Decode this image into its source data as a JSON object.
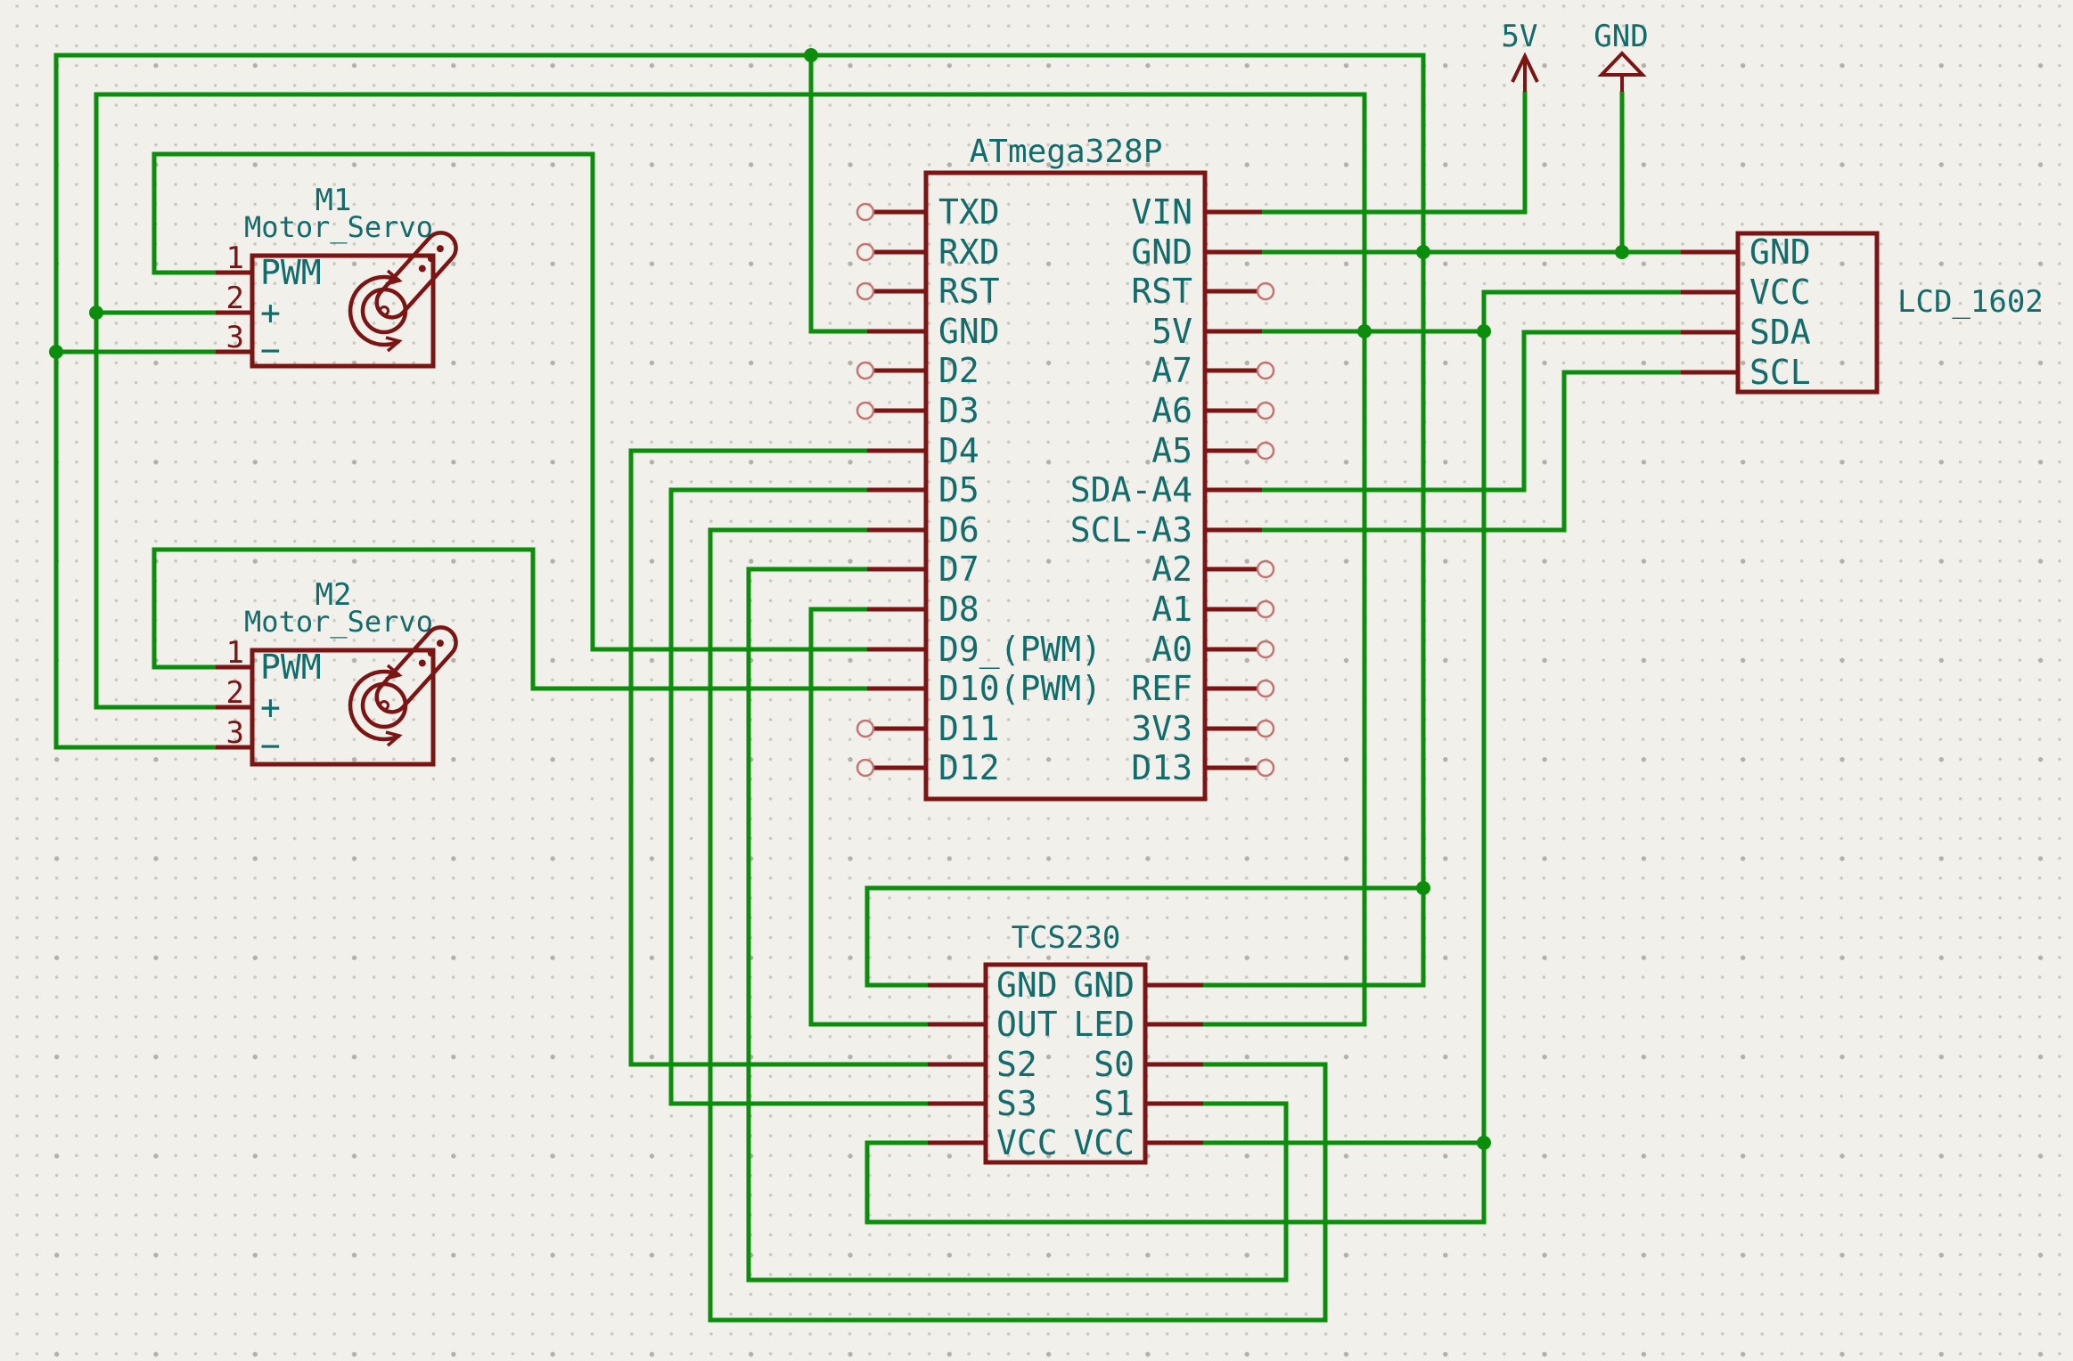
{
  "schematic": {
    "colors": {
      "wire": "#0b8e0b",
      "component": "#7c1414",
      "text": "#136b6b",
      "pin_circle": "#c87272",
      "background": "#f1f0ea",
      "grid_dot": "#c9c8c0",
      "grid_dot_major": "#b2b1a9"
    },
    "mcu": {
      "title": "ATmega328P",
      "left_pins": [
        "TXD",
        "RXD",
        "RST",
        "GND",
        "D2",
        "D3",
        "D4",
        "D5",
        "D6",
        "D7",
        "D8",
        "D9_(PWM)",
        "D10(PWM)",
        "D11",
        "D12"
      ],
      "right_pins": [
        "VIN",
        "GND",
        "RST",
        "5V",
        "A7",
        "A6",
        "A5",
        "SDA-A4",
        "SCL-A3",
        "A2",
        "A1",
        "A0",
        "REF",
        "3V3",
        "D13"
      ]
    },
    "servo_m1": {
      "reference": "M1",
      "value": "Motor_Servo",
      "pin_numbers": [
        "1",
        "2",
        "3"
      ],
      "pin_names": [
        "PWM",
        "+",
        "−"
      ]
    },
    "servo_m2": {
      "reference": "M2",
      "value": "Motor_Servo",
      "pin_numbers": [
        "1",
        "2",
        "3"
      ],
      "pin_names": [
        "PWM",
        "+",
        "−"
      ]
    },
    "tcs230": {
      "title": "TCS230",
      "left_pins": [
        "GND",
        "OUT",
        "S2",
        "S3",
        "VCC"
      ],
      "right_pins": [
        "GND",
        "LED",
        "S0",
        "S1",
        "VCC"
      ]
    },
    "lcd": {
      "value": "LCD_1602",
      "pins": [
        "GND",
        "VCC",
        "SDA",
        "SCL"
      ]
    },
    "power": {
      "supply_label": "5V",
      "ground_label": "GND"
    }
  }
}
